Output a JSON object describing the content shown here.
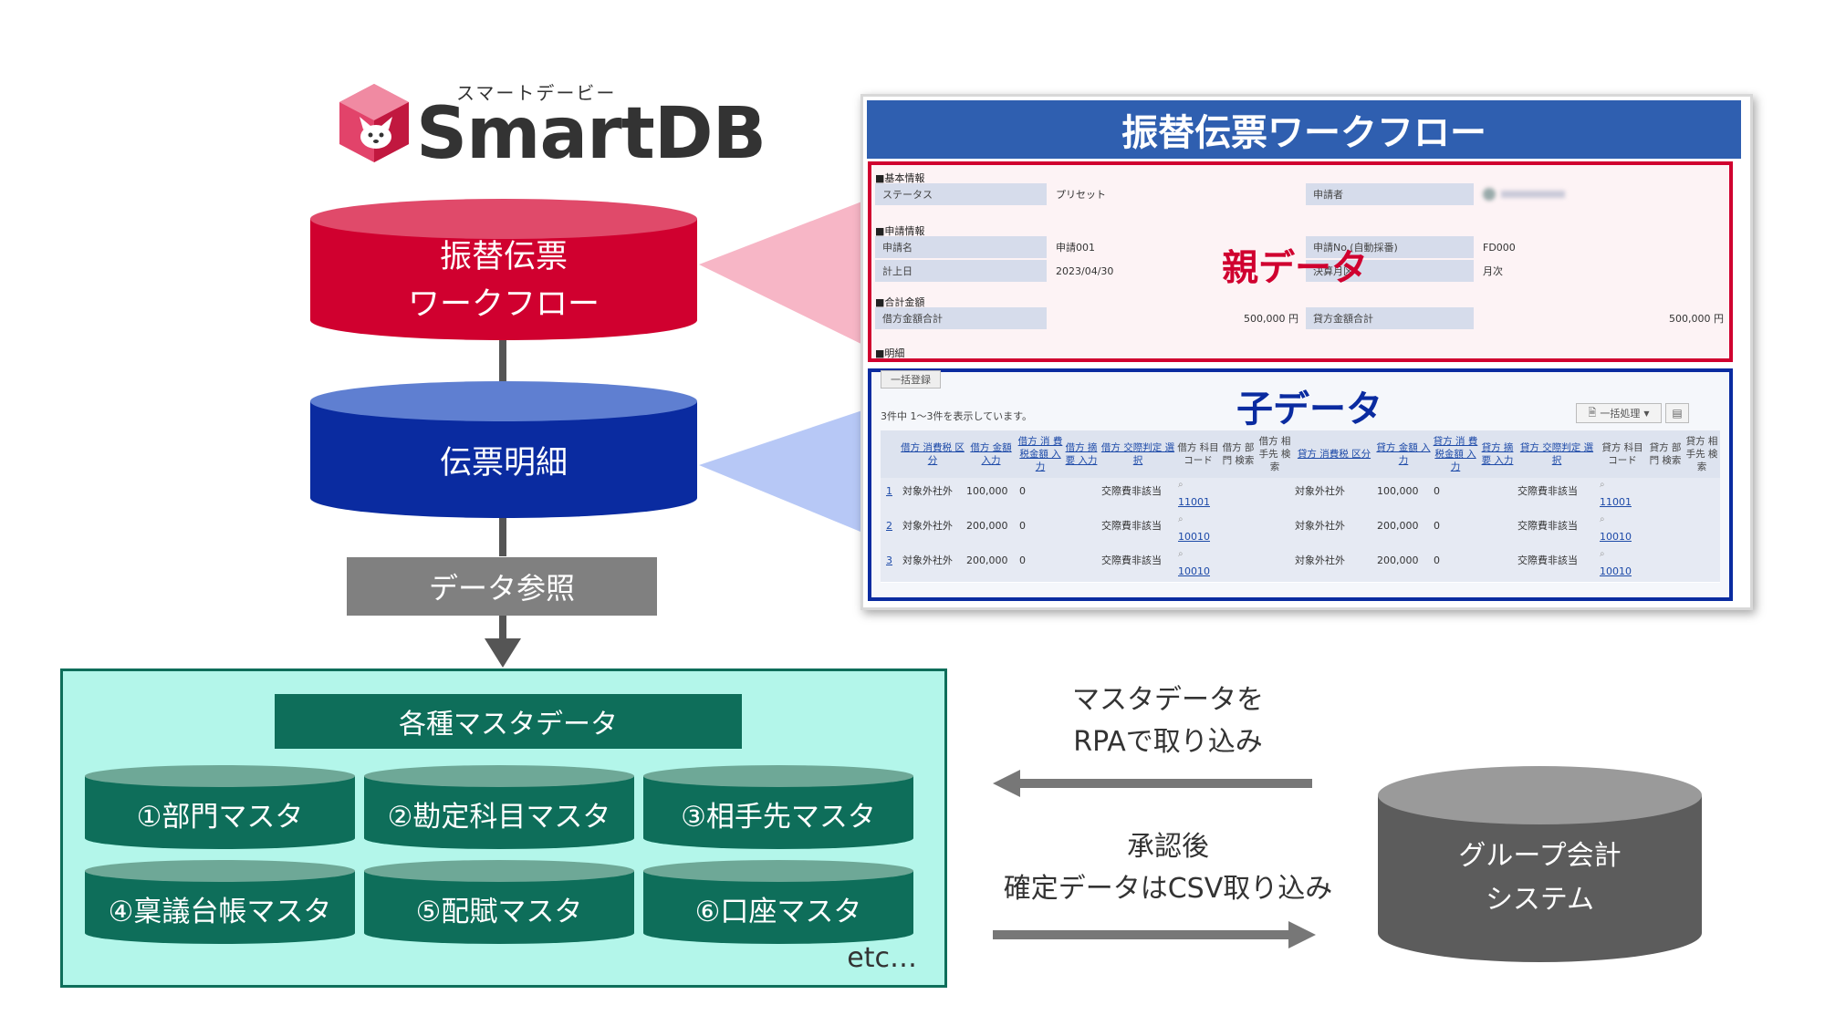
{
  "logo": {
    "kana": "スマートデービー",
    "wordmark": "SmartDB"
  },
  "stack": {
    "parent_db": {
      "line1": "振替伝票",
      "line2": "ワークフロー",
      "color": "#d0002f"
    },
    "child_db": {
      "label": "伝票明細",
      "color": "#0a2ba0"
    },
    "reference_box": "データ参照"
  },
  "masters": {
    "title": "各種マスタデータ",
    "items": [
      "①部門マスタ",
      "②勘定科目マスタ",
      "③相手先マスタ",
      "④稟議台帳マスタ",
      "⑤配賦マスタ",
      "⑥口座マスタ"
    ],
    "etc": "etc…",
    "color": "#0e6e5a",
    "panel_bg": "#b3f6ea"
  },
  "workflow": {
    "title": "振替伝票ワークフロー",
    "parent_label": "親データ",
    "child_label": "子データ",
    "sections": {
      "basic": "■基本情報",
      "request": "■申請情報",
      "total": "■合計金額",
      "detail": "■明細"
    },
    "basic": {
      "status_label": "ステータス",
      "status_value": "プリセット",
      "applicant_label": "申請者"
    },
    "request": {
      "name_label": "申請名",
      "name_value": "申請001",
      "no_label": "申請No.(自動採番)",
      "no_value": "FD000",
      "date_label": "計上日",
      "date_value": "2023/04/30",
      "month_label": "決算月区",
      "month_value": "月次"
    },
    "total": {
      "debit_label": "借方金額合計",
      "debit_value": "500,000 円",
      "credit_label": "貸方金額合計",
      "credit_value": "500,000 円"
    },
    "detail": {
      "bulk_register": "一括登録",
      "count_text": "3件中 1～3件を表示しています。",
      "bulk_process": "一括処理",
      "headers": [
        "借方 消費税 区分",
        "借方 金額 入力",
        "借方 消 費税金額 入力",
        "借方 摘要 入力",
        "借方 交際判定 選択",
        "借方 科目 コード",
        "借方 部門 検索",
        "借方 相手先 検索",
        "貸方 消費税 区分",
        "貸方 金額 入力",
        "貸方 消 費税金額 入力",
        "貸方 摘要 入力",
        "貸方 交際判定 選択",
        "貸方 科目 コード",
        "貸方 部門 検索",
        "貸方 相手先 検索"
      ],
      "rows": [
        {
          "no": "1",
          "d_tax": "対象外社外",
          "d_amount": "100,000",
          "d_taxamt": "0",
          "d_judge": "交際費非該当",
          "d_code": "11001",
          "c_tax": "対象外社外",
          "c_amount": "100,000",
          "c_taxamt": "0",
          "c_judge": "交際費非該当",
          "c_code": "11001"
        },
        {
          "no": "2",
          "d_tax": "対象外社外",
          "d_amount": "200,000",
          "d_taxamt": "0",
          "d_judge": "交際費非該当",
          "d_code": "10010",
          "c_tax": "対象外社外",
          "c_amount": "200,000",
          "c_taxamt": "0",
          "c_judge": "交際費非該当",
          "c_code": "10010"
        },
        {
          "no": "3",
          "d_tax": "対象外社外",
          "d_amount": "200,000",
          "d_taxamt": "0",
          "d_judge": "交際費非該当",
          "d_code": "10010",
          "c_tax": "対象外社外",
          "c_amount": "200,000",
          "c_taxamt": "0",
          "c_judge": "交際費非該当",
          "c_code": "10010"
        }
      ]
    }
  },
  "group_system": {
    "line1": "グループ会計",
    "line2": "システム",
    "color": "#5c5c5c"
  },
  "flows": {
    "import_master_line1": "マスタデータを",
    "import_master_line2": "RPAで取り込み",
    "export_line1": "承認後",
    "export_line2": "確定データはCSV取り込み"
  }
}
